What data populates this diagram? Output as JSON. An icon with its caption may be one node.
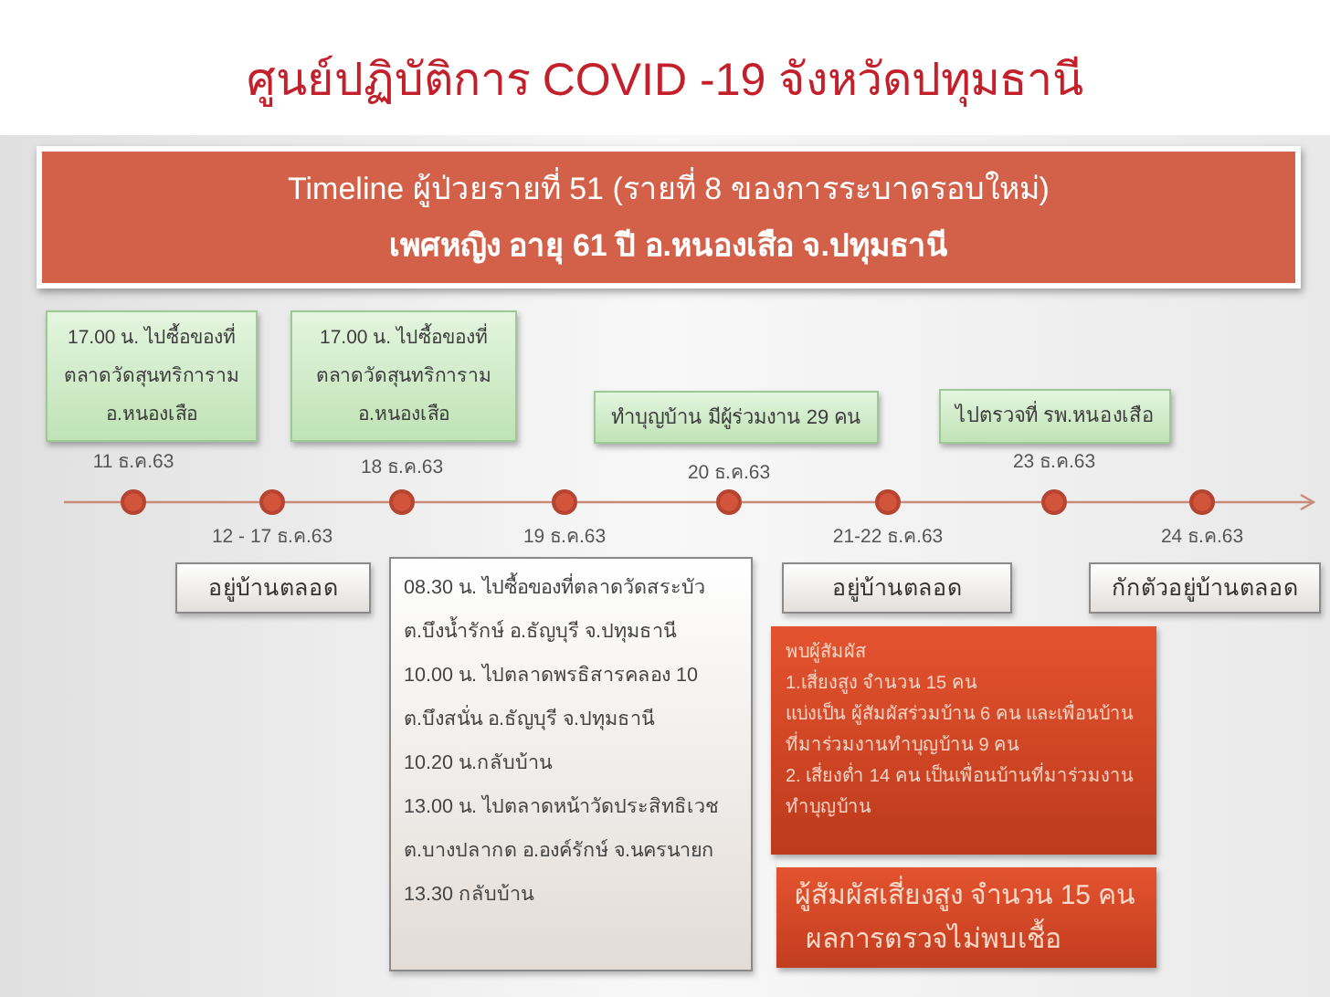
{
  "diagram": {
    "title": "ศูนย์ปฏิบัติการ COVID -19 จังหวัดปทุมธานี",
    "nodes": [
      {
        "text": [
          "Timeline ผู้ป่วยรายที่ 51 (รายที่ 8 ของการระบาดรอบใหม่)",
          "เพศหญิง อายุ 61 ปี อ.หนองเสือ จ.ปทุมธานี"
        ]
      },
      {
        "text": [
          "17.00 น. ไปซื้อของที่ตลาดวัดสุนทริการาม อ.หนองเสือ"
        ]
      },
      {
        "text": [
          "17.00 น. ไปซื้อของที่ตลาดวัดสุนทริการาม อ.หนองเสือ"
        ]
      },
      {
        "text": [
          "ทำบุญบ้าน มีผู้ร่วมงาน 29 คน"
        ]
      },
      {
        "text": [
          "ไปตรวจที่ รพ.หนองเสือ"
        ]
      },
      {
        "text": [],
        "shape": "circle",
        "beside": [
          "11 ธ.ค.63"
        ]
      },
      {
        "text": [],
        "shape": "circle",
        "beside": [
          "12 - 17 ธ.ค.63"
        ]
      },
      {
        "text": [],
        "shape": "circle",
        "beside": [
          "18 ธ.ค.63"
        ]
      },
      {
        "text": [],
        "shape": "circle",
        "beside": [
          "19 ธ.ค.63"
        ]
      },
      {
        "text": [],
        "shape": "circle",
        "beside": [
          "20 ธ.ค.63"
        ]
      },
      {
        "text": [],
        "shape": "circle",
        "beside": [
          "21-22 ธ.ค.63"
        ]
      },
      {
        "text": [],
        "shape": "circle",
        "beside": [
          "23 ธ.ค.63"
        ]
      },
      {
        "text": [],
        "shape": "circle",
        "beside": [
          "24 ธ.ค.63"
        ]
      },
      {
        "text": [
          "อยู่บ้านตลอด"
        ]
      },
      {
        "text": [
          "08.30 น. ไปซื้อของที่ตลาดวัดสระบัว ต.บึงน้ำรักษ์ อ.ธัญบุรี จ.ปทุมธานี",
          "10.00 น. ไปตลาดพรธิสารคลอง 10 ต.บึงสนั่น อ.ธัญบุรี จ.ปทุมธานี",
          "10.20 น.กลับบ้าน",
          "13.00 น. ไปตลาดหน้าวัดประสิทธิเวช ต.บางปลากด อ.องค์รักษ์ จ.นครนายก",
          "13.30 กลับบ้าน"
        ]
      },
      {
        "text": [
          "อยู่บ้านตลอด"
        ]
      },
      {
        "text": [
          "กักตัวอยู่บ้านตลอด"
        ]
      },
      {
        "text": [
          "พบผู้สัมผัส",
          "1.เสี่ยงสูง จำนวน 15 คน",
          "แบ่งเป็น ผู้สัมผัสร่วมบ้าน 6 คน และเพื่อนบ้านที่มาร่วมงานทำบุญบ้าน 9 คน",
          "2. เสี่ยงต่ำ 14 คน เป็นเพื่อนบ้านที่มาร่วมงานทำบุญบ้าน"
        ]
      },
      {
        "text": [
          "ผู้สัมผัสเสี่ยงสูง จำนวน 15 คน",
          "ผลการตรวจไม่พบเชื้อ"
        ]
      }
    ],
    "edges": [
      {
        "from": null,
        "to": 5,
        "arrow": "none"
      },
      {
        "from": 5,
        "to": 6,
        "arrow": "none"
      },
      {
        "from": 6,
        "to": 7,
        "arrow": "none"
      },
      {
        "from": 7,
        "to": 8,
        "arrow": "none"
      },
      {
        "from": 8,
        "to": 9,
        "arrow": "none"
      },
      {
        "from": 9,
        "to": 10,
        "arrow": "none"
      },
      {
        "from": 10,
        "to": 11,
        "arrow": "none"
      },
      {
        "from": 11,
        "to": 12,
        "arrow": "none"
      },
      {
        "from": 12,
        "to": null,
        "arrow": "to"
      }
    ]
  }
}
